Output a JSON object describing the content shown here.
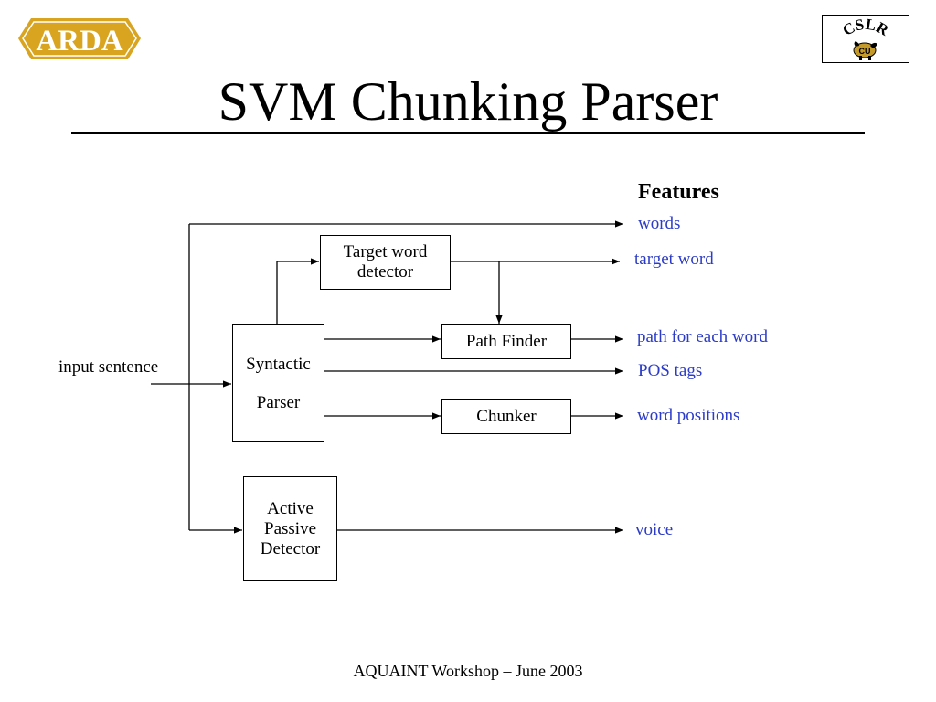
{
  "slide": {
    "title": "SVM Chunking Parser",
    "footer": "AQUAINT Workshop – June 2003"
  },
  "logos": {
    "left": {
      "text": "ARDA",
      "icon": "arda-logo",
      "color": "#d9a521"
    },
    "right": {
      "text": "CSLR",
      "icon": "cslr-buffalo-logo"
    }
  },
  "diagram": {
    "input_label": "input sentence",
    "features_heading": "Features",
    "boxes": {
      "target_word_detector": [
        "Target word",
        "detector"
      ],
      "syntactic_parser": [
        "Syntactic",
        "Parser"
      ],
      "path_finder": [
        "Path Finder"
      ],
      "chunker": [
        "Chunker"
      ],
      "active_passive_detector": [
        "Active",
        "Passive",
        "Detector"
      ]
    },
    "features": {
      "words": "words",
      "target_word": "target word",
      "path_for_each_word": "path for each word",
      "pos_tags": "POS tags",
      "word_positions": "word positions",
      "voice": "voice"
    },
    "feature_color": "#2c3cc7"
  }
}
